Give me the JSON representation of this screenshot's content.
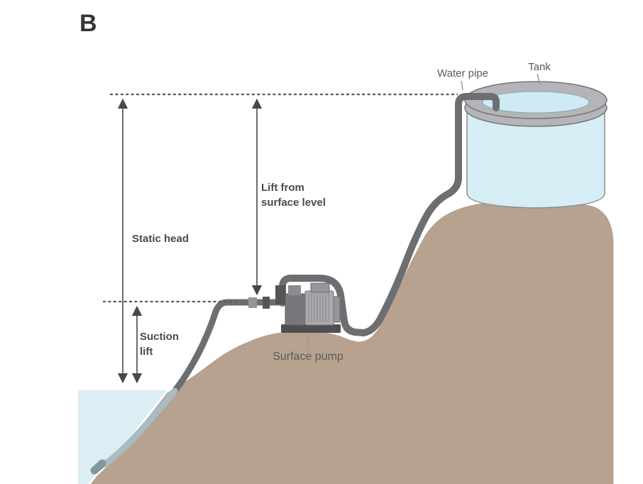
{
  "figure": {
    "panel_letter": "B",
    "description": "Surface pump lifting water from a source up a hill to a storage tank"
  },
  "labels": {
    "water_pipe": "Water pipe",
    "tank": "Tank",
    "lift_from_surface_level": "Lift from\nsurface level",
    "static_head": "Static head",
    "suction_lift": "Suction\nlift",
    "surface_pump": "Surface pump"
  },
  "colors": {
    "background": "#ffffff",
    "hill": "#b7a28f",
    "source_water": "#ddedf4",
    "tank_water": "#d6edf6",
    "tank_rim": "#b4b5b8",
    "pipe": "#6d6e71",
    "submerged_pipe": "#a9bcc2",
    "annotation": "#4a4a4c"
  }
}
